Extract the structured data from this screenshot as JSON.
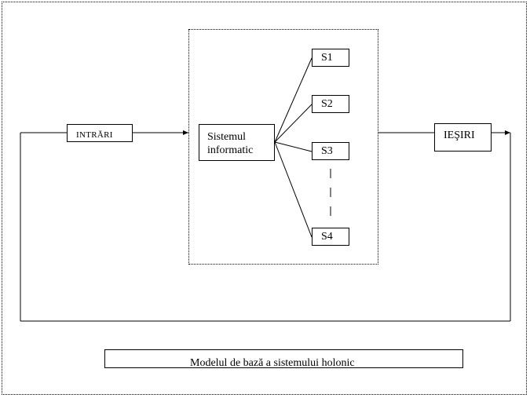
{
  "diagram": {
    "input_label": "INTRĂRI",
    "system_label": "Sistemul informatic",
    "subsystems": [
      "S1",
      "S2",
      "S3",
      "S4"
    ],
    "output_label": "IEŞIRI",
    "caption": "Modelul de bază a sistemului holonic"
  }
}
